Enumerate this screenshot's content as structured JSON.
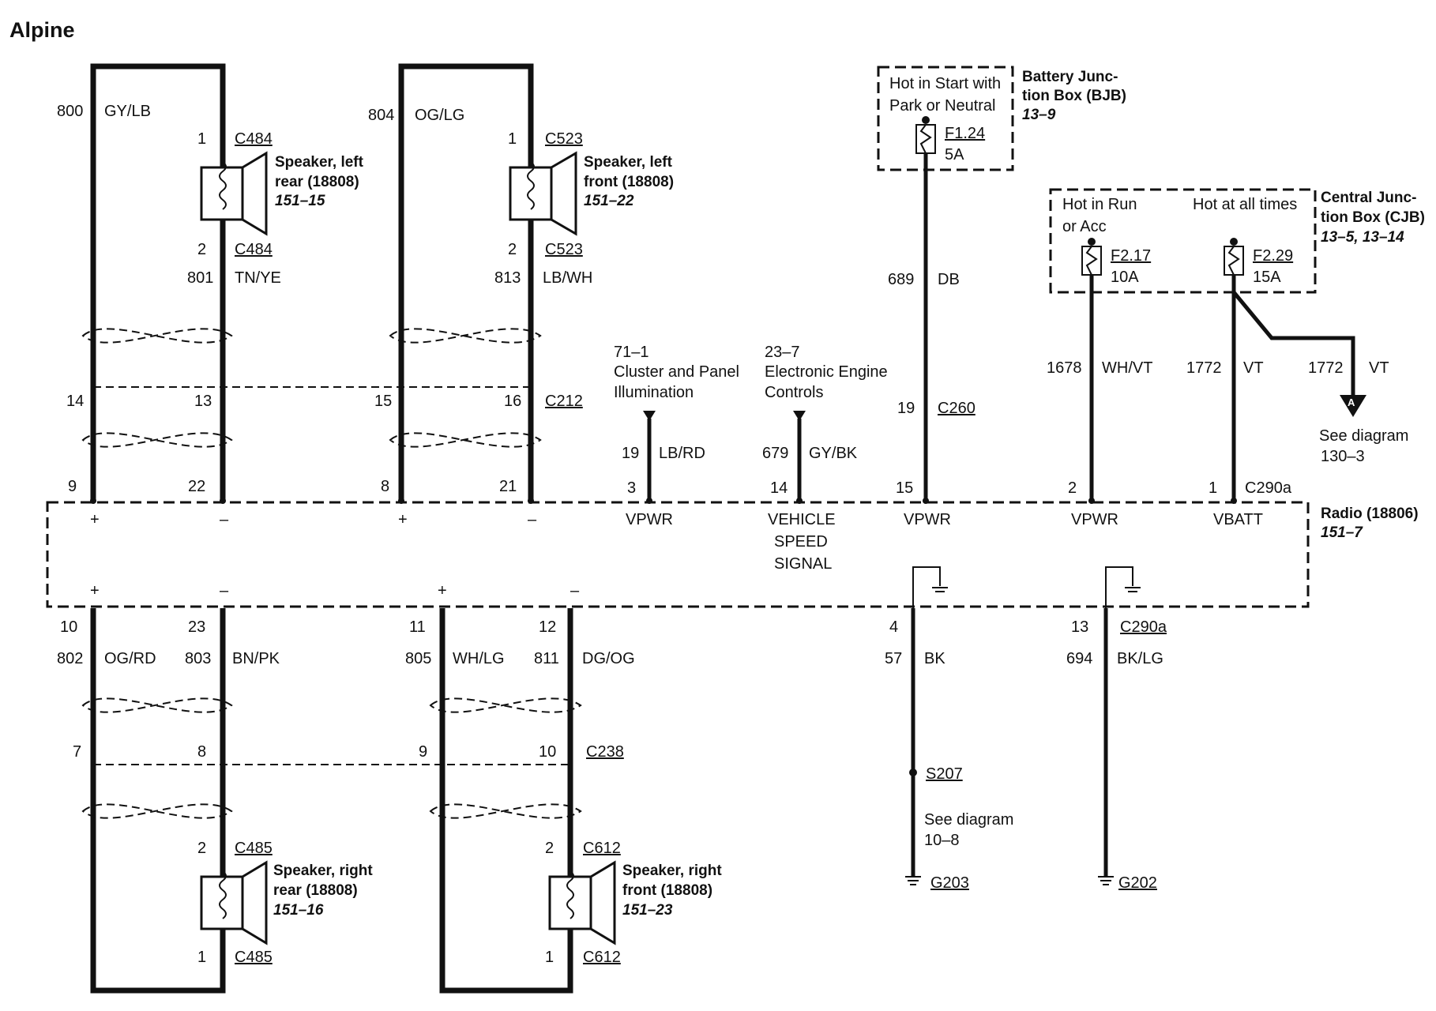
{
  "title": "Alpine",
  "radio": {
    "name": "Radio (18806)",
    "ref": "151–7"
  },
  "connectors": {
    "c484": "C484",
    "c523": "C523",
    "c212": "C212",
    "c260": "C260",
    "c290a": "C290a",
    "c238": "C238",
    "c485": "C485",
    "c612": "C612",
    "s207": "S207",
    "g203": "G203",
    "g202": "G202"
  },
  "polarity": {
    "plus": "+",
    "minus": "–"
  },
  "speakers": [
    {
      "id": "left-rear",
      "line1": "Speaker, left",
      "line2": "rear (18808)",
      "ref": "151–15"
    },
    {
      "id": "left-front",
      "line1": "Speaker, left",
      "line2": "front (18808)",
      "ref": "151–22"
    },
    {
      "id": "right-rear",
      "line1": "Speaker, right",
      "line2": "rear (18808)",
      "ref": "151–16"
    },
    {
      "id": "right-front",
      "line1": "Speaker, right",
      "line2": "front (18808)",
      "ref": "151–23"
    }
  ],
  "wires": {
    "w800": {
      "circuit": "800",
      "color": "GY/LB"
    },
    "w801": {
      "circuit": "801",
      "color": "TN/YE"
    },
    "w804": {
      "circuit": "804",
      "color": "OG/LG"
    },
    "w813": {
      "circuit": "813",
      "color": "LB/WH"
    },
    "w19": {
      "circuit": "19",
      "color": "LB/RD"
    },
    "w679": {
      "circuit": "679",
      "color": "GY/BK"
    },
    "w689": {
      "circuit": "689",
      "color": "DB"
    },
    "w1678": {
      "circuit": "1678",
      "color": "WH/VT"
    },
    "w1772a": {
      "circuit": "1772",
      "color": "VT"
    },
    "w1772b": {
      "circuit": "1772",
      "color": "VT"
    },
    "w802": {
      "circuit": "802",
      "color": "OG/RD"
    },
    "w803": {
      "circuit": "803",
      "color": "BN/PK"
    },
    "w805": {
      "circuit": "805",
      "color": "WH/LG"
    },
    "w811": {
      "circuit": "811",
      "color": "DG/OG"
    },
    "w57": {
      "circuit": "57",
      "color": "BK"
    },
    "w694": {
      "circuit": "694",
      "color": "BK/LG"
    }
  },
  "pins": {
    "p1_c484": "1",
    "p2_c484": "2",
    "p1_c523": "1",
    "p2_c523": "2",
    "p14": "14",
    "p13": "13",
    "p15": "15",
    "p16": "16",
    "r9": "9",
    "r22": "22",
    "r8": "8",
    "r21": "21",
    "r3": "3",
    "r14": "14",
    "r15": "15",
    "r2": "2",
    "r1": "1",
    "c260_19": "19",
    "r10": "10",
    "r23": "23",
    "r11": "11",
    "r12": "12",
    "r4": "4",
    "r13": "13",
    "c238_7": "7",
    "c238_8": "8",
    "c238_9": "9",
    "c238_10": "10",
    "p2_c485": "2",
    "p1_c485": "1",
    "p2_c612": "2",
    "p1_c612": "1"
  },
  "terminals": {
    "vpwr1": "VPWR",
    "vss1": "VEHICLE",
    "vss2": "SPEED",
    "vss3": "SIGNAL",
    "vpwr2": "VPWR",
    "vpwr3": "VPWR",
    "vbatt": "VBATT"
  },
  "bjb": {
    "label1": "Battery Junc-",
    "label2": "tion Box (BJB)",
    "ref": "13–9",
    "hot1": "Hot in Start with",
    "hot2": "Park or Neutral",
    "fuse": "F1.24",
    "amps": "5A"
  },
  "cjb": {
    "label1": "Central Junc-",
    "label2": "tion Box (CJB)",
    "ref": "13–5, 13–14",
    "hot_run1": "Hot in Run",
    "hot_run2": "or Acc",
    "hot_all": "Hot at all times",
    "fuse1": "F2.17",
    "amps1": "10A",
    "fuse2": "F2.29",
    "amps2": "15A"
  },
  "refs": {
    "cluster_ref": "71–1",
    "cluster1": "Cluster and Panel",
    "cluster2": "Illumination",
    "eec_ref": "23–7",
    "eec1": "Electronic Engine",
    "eec2": "Controls",
    "see130_1": "See diagram",
    "see130_2": "130–3",
    "arrow_a": "A",
    "see10_1": "See diagram",
    "see10_2": "10–8"
  }
}
